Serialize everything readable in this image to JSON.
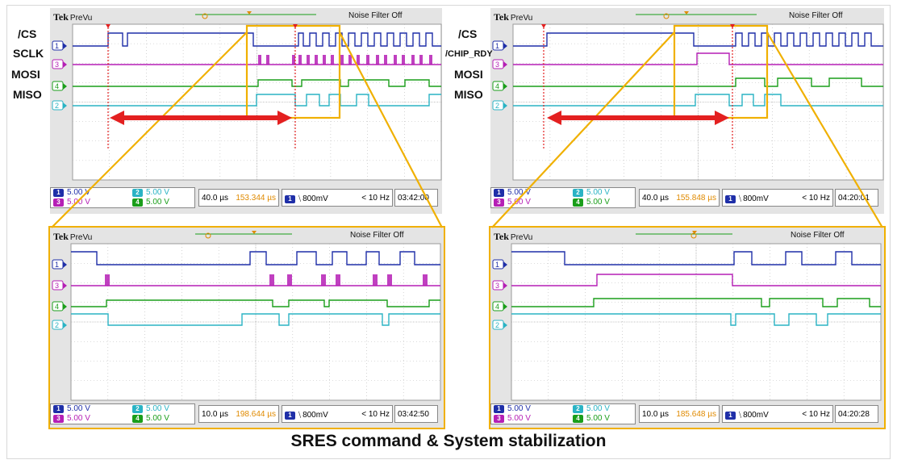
{
  "caption": "SRES command & System stabilization",
  "colors": {
    "ch1": "#1f2fa8",
    "ch2": "#2ab3c4",
    "ch3": "#b51fb5",
    "ch4": "#1a9e1a",
    "accent_orange": "#f0b000",
    "marker_red": "#e32020",
    "timestamp_orange": "#e08a00"
  },
  "icons": {
    "trigger": "trigger-arrow-icon",
    "edge": "rising-edge-icon",
    "marker": "cursor-marker-icon"
  },
  "signal_labels_left": [
    "/CS",
    "SCLK",
    "MOSI",
    "MISO"
  ],
  "signal_labels_right": [
    "/CS",
    "/CHIP_RDY",
    "MOSI",
    "MISO"
  ],
  "scopes": {
    "tl": {
      "brand": "Tek",
      "mode": "PreVu",
      "filter": "Noise Filter Off",
      "ch1": "5.00 V",
      "ch2": "5.00 V",
      "ch3": "5.00 V",
      "ch4": "5.00 V",
      "timebase": "40.0 µs",
      "position": "153.344 µs",
      "trigger_ch": "1",
      "trigger_level": "800mV",
      "freq": "< 10 Hz",
      "time": "03:42:00"
    },
    "tr": {
      "brand": "Tek",
      "mode": "PreVu",
      "filter": "Noise Filter Off",
      "ch1": "5.00 V",
      "ch2": "5.00 V",
      "ch3": "5.00 V",
      "ch4": "5.00 V",
      "timebase": "40.0 µs",
      "position": "155.848 µs",
      "trigger_ch": "1",
      "trigger_level": "800mV",
      "freq": "< 10 Hz",
      "time": "04:20:01"
    },
    "bl": {
      "brand": "Tek",
      "mode": "PreVu",
      "filter": "Noise Filter Off",
      "ch1": "5.00 V",
      "ch2": "5.00 V",
      "ch3": "5.00 V",
      "ch4": "5.00 V",
      "timebase": "10.0 µs",
      "position": "198.644 µs",
      "trigger_ch": "1",
      "trigger_level": "800mV",
      "freq": "< 10 Hz",
      "time": "03:42:50"
    },
    "br": {
      "brand": "Tek",
      "mode": "PreVu",
      "filter": "Noise Filter Off",
      "ch1": "5.00 V",
      "ch2": "5.00 V",
      "ch3": "5.00 V",
      "ch4": "5.00 V",
      "timebase": "10.0 µs",
      "position": "185.648 µs",
      "trigger_ch": "1",
      "trigger_level": "800mV",
      "freq": "< 10 Hz",
      "time": "04:20:28"
    }
  }
}
